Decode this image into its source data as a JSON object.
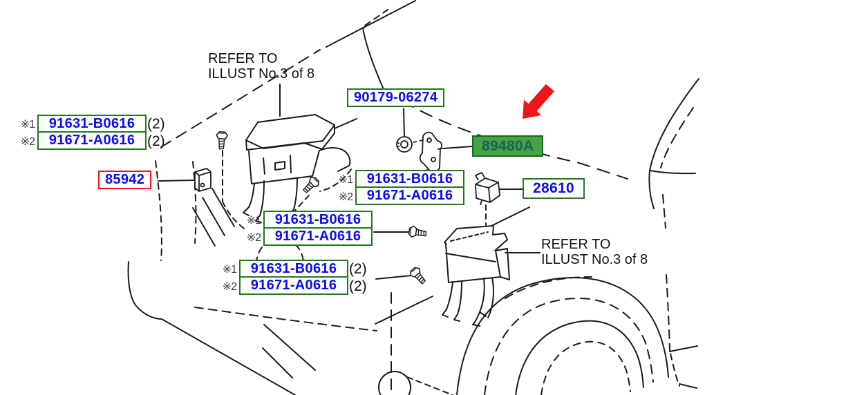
{
  "diagram_labels": {
    "refer_note": {
      "line1": "REFER TO",
      "line2": "ILLUST No.3 of 8"
    },
    "marks": {
      "m1": "※1",
      "m2": "※2"
    },
    "qty": "(2)"
  },
  "parts": {
    "group_a": {
      "row1": "91631-B0616",
      "row2": "91671-A0616"
    },
    "group_b": {
      "row1": "91631-B0616",
      "row2": "91671-A0616"
    },
    "group_c": {
      "row1": "91631-B0616",
      "row2": "91671-A0616"
    },
    "group_d": {
      "row1": "91631-B0616",
      "row2": "91671-A0616"
    },
    "p85942": "85942",
    "p90179": "90179-06274",
    "p89480a": "89480A",
    "p28610": "28610"
  },
  "selection": {
    "highlighted_part": "89480A",
    "pointer": "red-arrow"
  },
  "colors": {
    "part_link_blue": "#0b0bf2",
    "box_green": "#1e7a1e",
    "box_red": "#ee1313",
    "highlight_bg": "#45a245",
    "highlight_text": "#19605b",
    "arrow_red": "#ee1717",
    "line_art": "#1a1a1a"
  }
}
